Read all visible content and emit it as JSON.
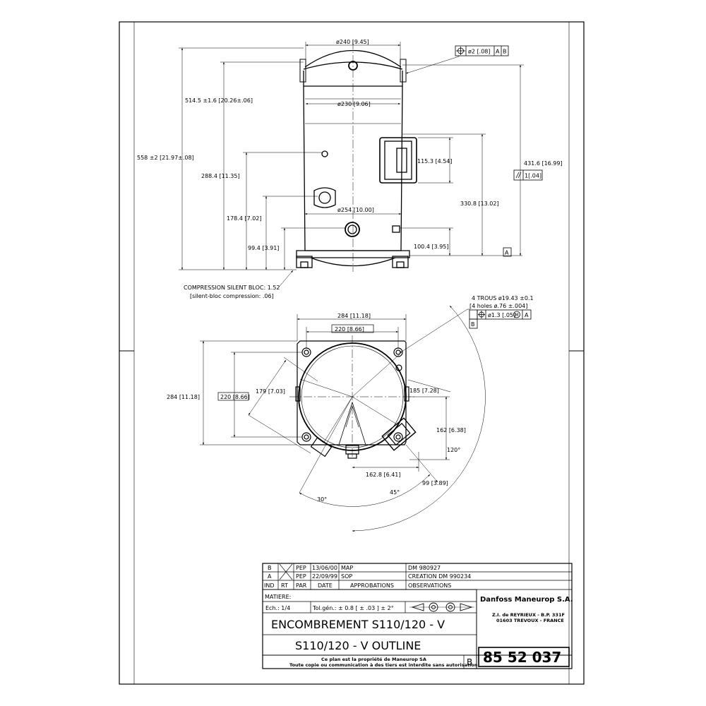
{
  "side_view": {
    "dia_240": "ø240 [9.45]",
    "dia_230": "ø230 [9.06]",
    "dia_254": "ø254 [10.00]",
    "h_558": "558 ±2 [21.97±.08]",
    "h_514": "514.5 ±1.6 [20.26±.06]",
    "h_288": "288.4 [11.35]",
    "h_178": "178.4 [7.02]",
    "h_99": "99.4 [3.91]",
    "h_115": "115.3 [4.54]",
    "h_330": "330.8 [13.02]",
    "h_431": "431.6 [16.99]",
    "h_100": "100.4 [3.95]",
    "tol_pos_dia": "ø2 [.08]",
    "datum_a": "A",
    "datum_b": "B",
    "tol_par": "1[.04]",
    "silent_bloc_1": "COMPRESSION SILENT BLOC: 1.52",
    "silent_bloc_2": "[silent-bloc compression: .06]"
  },
  "top_view": {
    "w_284": "284 [11.18]",
    "w_220": "220 [8.66]",
    "v_284": "284 [11.18]",
    "v_220": "220 [8.66]",
    "d_179": "179 [7.03]",
    "d_185": "185 [7.28]",
    "d_162": "162 [6.38]",
    "d_162_8": "162.8 [6.41]",
    "d_99": "99 [3.89]",
    "ang_120": "120°",
    "ang_45": "45°",
    "ang_30": "30°",
    "holes_1": "4 TROUS ø19.43 ±0.1",
    "holes_2": "[4 holes ø.76 ±.004]",
    "hole_tol": "ø1.3 [.05]",
    "mmc": "M",
    "datum_a": "A",
    "datum_b": "B"
  },
  "title_block": {
    "revisions": [
      {
        "ind": "B",
        "par": "PEP",
        "date": "13/06/00",
        "appro": "MAP",
        "obs": "DM 980927"
      },
      {
        "ind": "A",
        "par": "PEP",
        "date": "22/09/99",
        "appro": "SOP",
        "obs": "CREATION DM 990234"
      }
    ],
    "headers": {
      "ind": "IND",
      "rt": "RT",
      "par": "PAR",
      "date": "DATE",
      "appro": "APPROBATIONS",
      "obs": "OBSERVATIONS"
    },
    "matiere": "MATIERE:",
    "echelle": "Ech.: 1/4",
    "tolerance": "Tol.gén.: ± 0.8   [ ± .03 ]   ± 2°",
    "title_fr": "ENCOMBREMENT S110/120 - V",
    "title_en": "S110/120 - V   OUTLINE",
    "company": "Danfoss Maneurop S.A.",
    "address_1": "Z.I. de REYRIEUX - B.P. 331F",
    "address_2": "01603 TREVOUX - FRANCE",
    "property_1": "Ce plan est la propriété de Maneurop SA",
    "property_2": "Toute copie ou communication à des tiers est interdite sans autorisation",
    "rev_letter": "B",
    "drawing_number": "85 52 037"
  }
}
